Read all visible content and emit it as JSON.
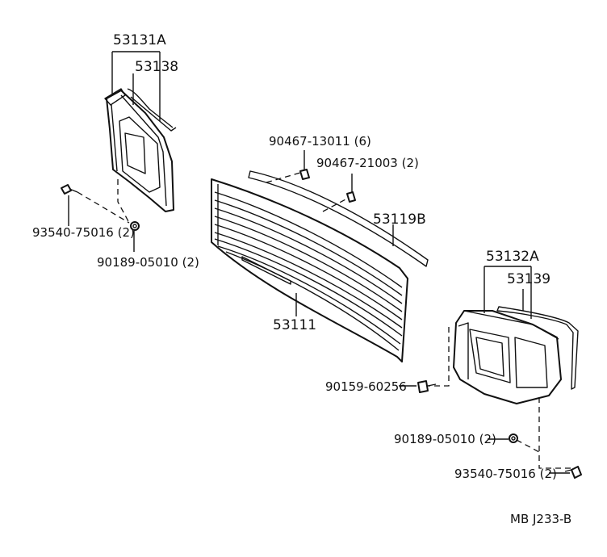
{
  "labels": {
    "p53131A": "53131A",
    "p53138": "53138",
    "p90467_13011": "90467-13011 (6)",
    "p90467_21003": "90467-21003 (2)",
    "p53119B": "53119B",
    "p93540_left": "93540-75016 (2)",
    "p90189_left": "90189-05010 (2)",
    "p53111": "53111",
    "p53132A": "53132A",
    "p53139": "53139",
    "p90159": "90159-60256",
    "p90189_right": "90189-05010 (2)",
    "p93540_right": "93540-75016 (2)",
    "ref_code": "MB  J233-B"
  }
}
